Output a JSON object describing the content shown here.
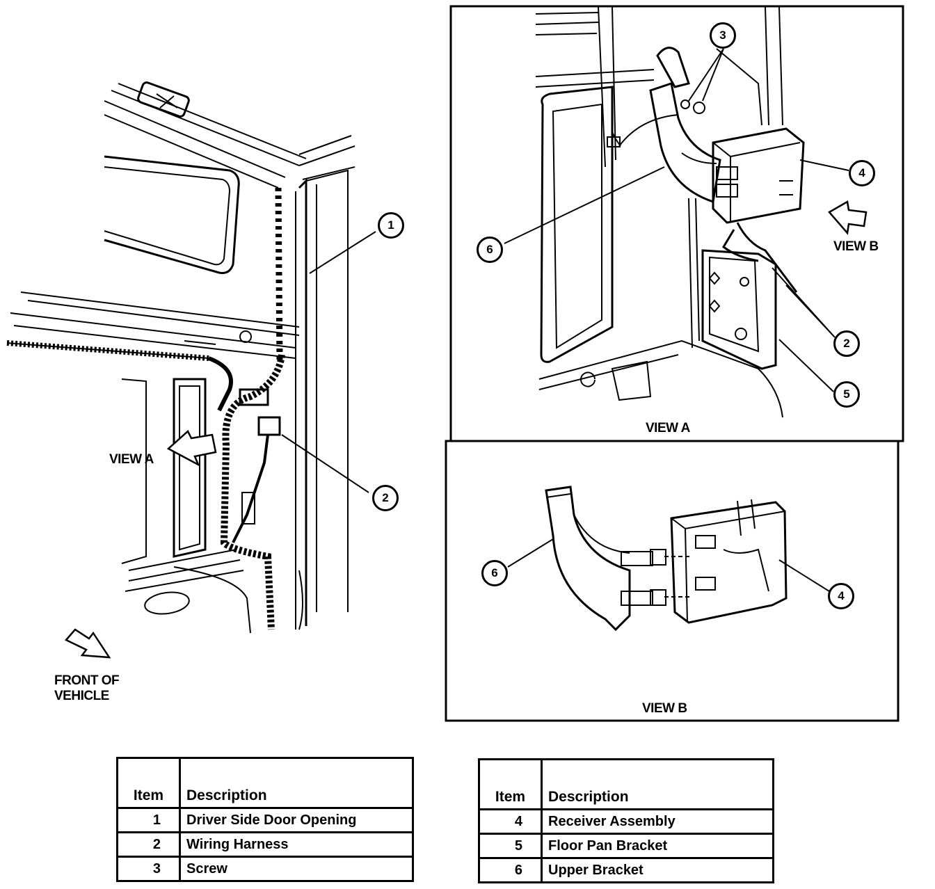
{
  "labels": {
    "view_a_left": "VIEW A",
    "front_of_vehicle_1": "FRONT OF",
    "front_of_vehicle_2": "VEHICLE",
    "view_a_caption": "VIEW A",
    "view_b_caption": "VIEW B",
    "view_b_arrow": "VIEW B"
  },
  "callouts": {
    "left_1": "1",
    "left_2": "2",
    "a_3": "3",
    "a_4": "4",
    "a_6": "6",
    "a_2": "2",
    "a_5": "5",
    "b_6": "6",
    "b_4": "4"
  },
  "legend_left": {
    "header_item": "Item",
    "header_desc": "Description",
    "rows": [
      {
        "item": "1",
        "desc": "Driver Side Door Opening"
      },
      {
        "item": "2",
        "desc": "Wiring Harness"
      },
      {
        "item": "3",
        "desc": "Screw"
      }
    ]
  },
  "legend_right": {
    "header_item": "Item",
    "header_desc": "Description",
    "rows": [
      {
        "item": "4",
        "desc": "Receiver Assembly"
      },
      {
        "item": "5",
        "desc": "Floor Pan Bracket"
      },
      {
        "item": "6",
        "desc": "Upper Bracket"
      }
    ]
  }
}
